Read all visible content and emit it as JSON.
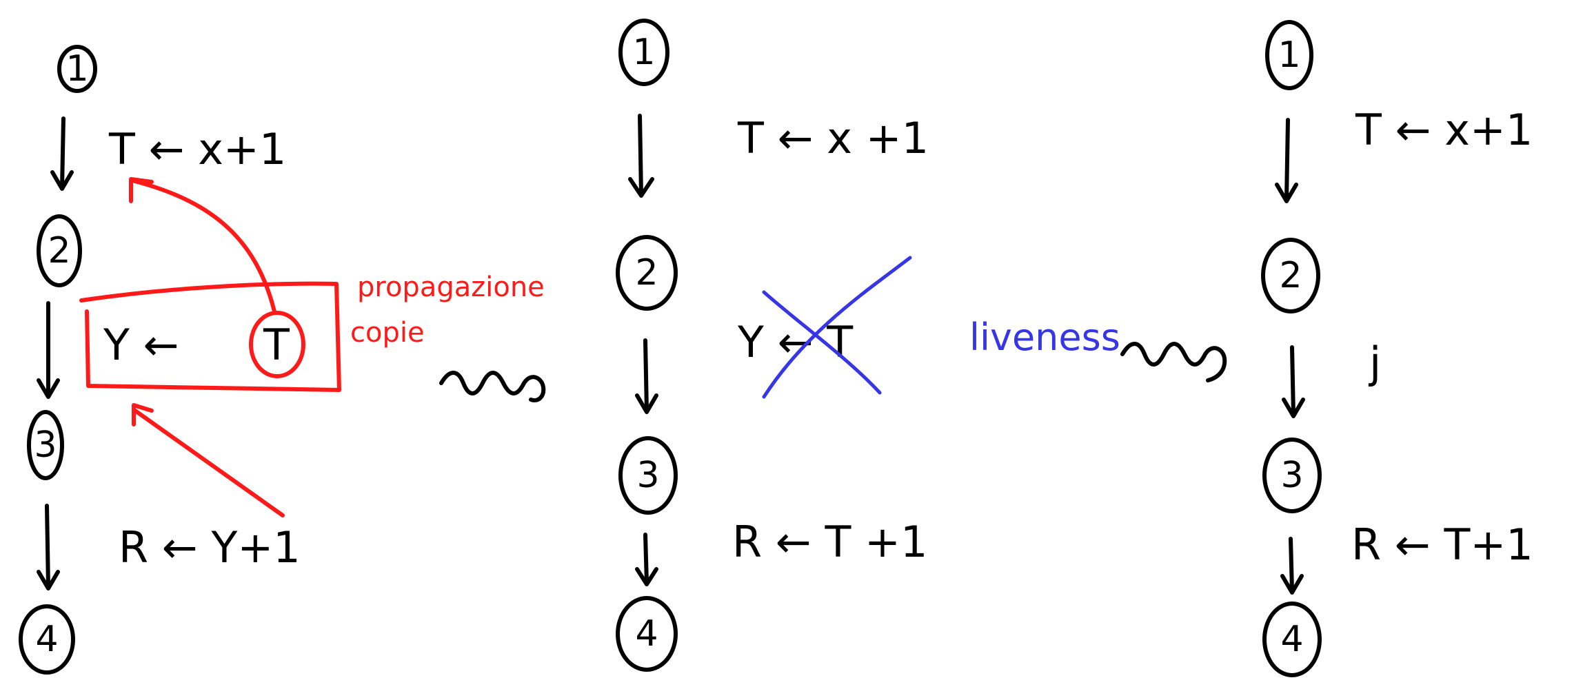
{
  "colors": {
    "ink": "#000000",
    "annotation_red": "#ff1a1a",
    "annotation_blue": "#3636e6",
    "background": "#ffffff"
  },
  "panel1": {
    "nodes": [
      "1",
      "2",
      "3",
      "4"
    ],
    "stmt_1": "T ← x+1",
    "stmt_2_lhs": "Y ←",
    "stmt_2_rhs": "T",
    "stmt_3": "R ← Y+1",
    "annotation_line1": "propagazione",
    "annotation_line2": "copie"
  },
  "transform_arrow_1": "⇝",
  "panel2": {
    "nodes": [
      "1",
      "2",
      "3",
      "4"
    ],
    "stmt_1": "T ← x +1",
    "stmt_2": "Y ← T",
    "stmt_3": "R ← T +1",
    "annotation": "liveness"
  },
  "transform_arrow_2": "⇝",
  "panel3": {
    "nodes": [
      "1",
      "2",
      "3",
      "4"
    ],
    "stmt_1": "T ← x+1",
    "stmt_2": "j",
    "stmt_3": "R ← T+1"
  }
}
